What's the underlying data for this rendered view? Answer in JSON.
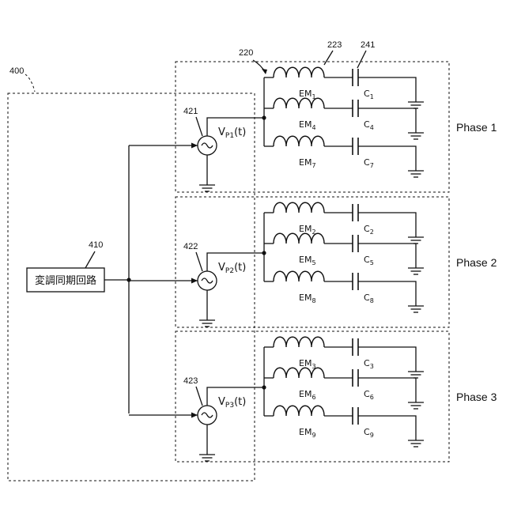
{
  "refs": {
    "controller_group": "400",
    "controller": "410",
    "coil_group": "220",
    "coil": "223",
    "capacitor": "241",
    "source1": "421",
    "source2": "422",
    "source3": "423"
  },
  "controller_label": "変調同期回路",
  "phases": [
    {
      "label": "Phase 1",
      "source": {
        "main": "V",
        "sub": "P1",
        "suffix": "(t)"
      },
      "branches": [
        {
          "coil": "EM",
          "coil_sub": "1",
          "cap": "C",
          "cap_sub": "1"
        },
        {
          "coil": "EM",
          "coil_sub": "4",
          "cap": "C",
          "cap_sub": "4"
        },
        {
          "coil": "EM",
          "coil_sub": "7",
          "cap": "C",
          "cap_sub": "7"
        }
      ]
    },
    {
      "label": "Phase 2",
      "source": {
        "main": "V",
        "sub": "P2",
        "suffix": "(t)"
      },
      "branches": [
        {
          "coil": "EM",
          "coil_sub": "2",
          "cap": "C",
          "cap_sub": "2"
        },
        {
          "coil": "EM",
          "coil_sub": "5",
          "cap": "C",
          "cap_sub": "5"
        },
        {
          "coil": "EM",
          "coil_sub": "8",
          "cap": "C",
          "cap_sub": "8"
        }
      ]
    },
    {
      "label": "Phase 3",
      "source": {
        "main": "V",
        "sub": "P3",
        "suffix": "(t)"
      },
      "branches": [
        {
          "coil": "EM",
          "coil_sub": "3",
          "cap": "C",
          "cap_sub": "3"
        },
        {
          "coil": "EM",
          "coil_sub": "6",
          "cap": "C",
          "cap_sub": "6"
        },
        {
          "coil": "EM",
          "coil_sub": "9",
          "cap": "C",
          "cap_sub": "9"
        }
      ]
    }
  ]
}
